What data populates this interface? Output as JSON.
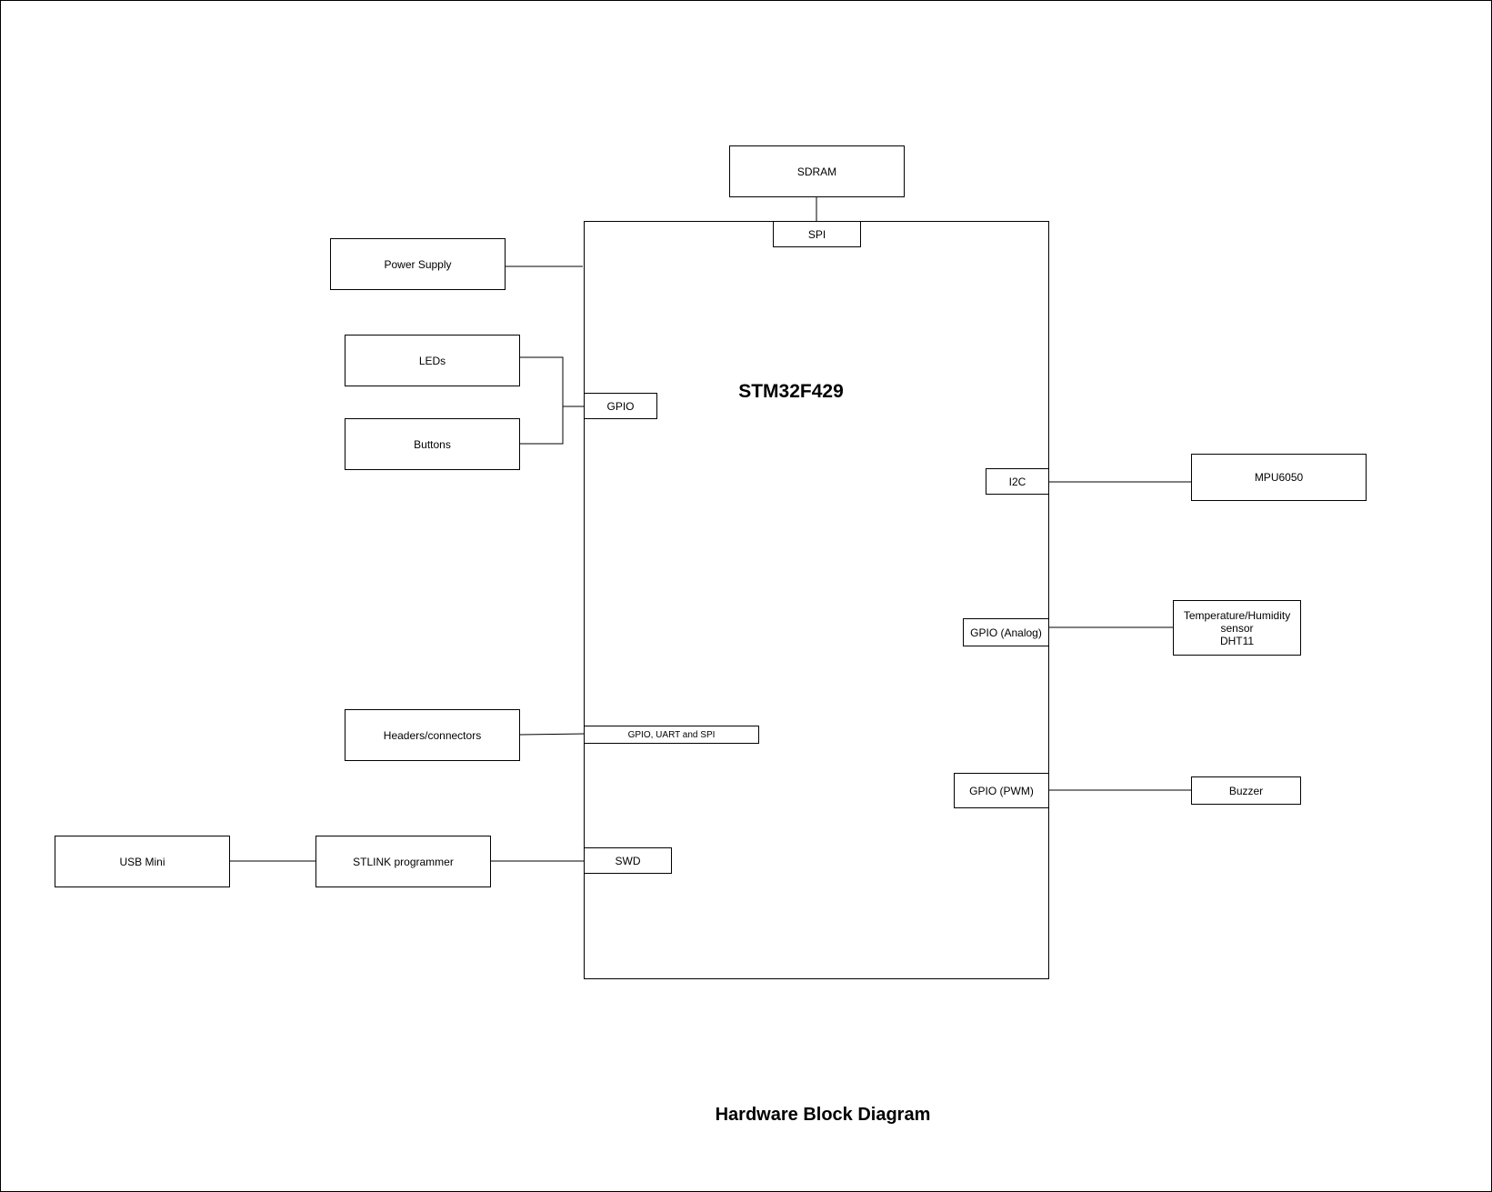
{
  "diagram": {
    "caption": "Hardware Block Diagram",
    "mcu": {
      "name": "STM32F429"
    },
    "ports": {
      "spi": "SPI",
      "gpio": "GPIO",
      "i2c": "I2C",
      "gpio_analog": "GPIO (Analog)",
      "gpio_uart_spi": "GPIO, UART and SPI",
      "gpio_pwm": "GPIO (PWM)",
      "swd": "SWD"
    },
    "blocks": {
      "sdram": "SDRAM",
      "power_supply": "Power Supply",
      "leds": "LEDs",
      "buttons": "Buttons",
      "mpu6050": "MPU6050",
      "temp_sensor": "Temperature/Humidity\nsensor\nDHT11",
      "headers": "Headers/connectors",
      "buzzer": "Buzzer",
      "usb_mini": "USB Mini",
      "stlink": "STLINK programmer"
    }
  }
}
